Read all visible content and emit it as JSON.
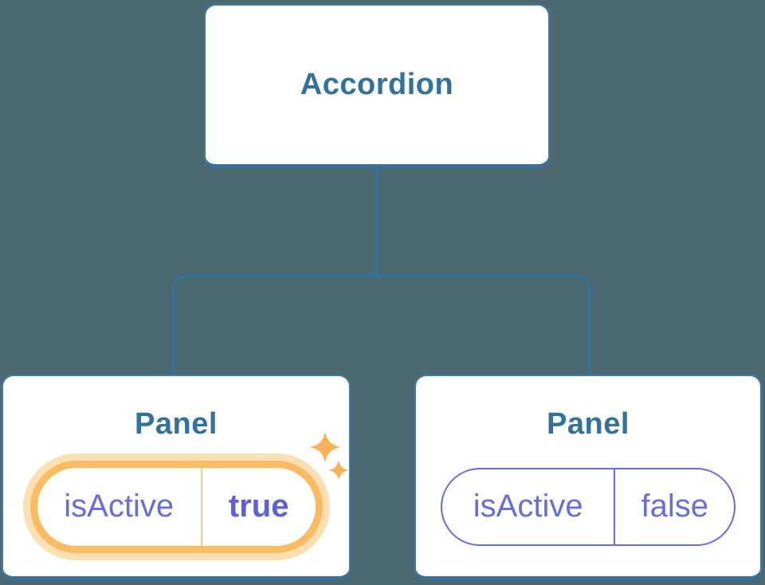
{
  "diagram": {
    "root": {
      "label": "Accordion"
    },
    "children": [
      {
        "label": "Panel",
        "state": {
          "name": "isActive",
          "value": "true"
        },
        "highlighted": true,
        "icon": "sparkles-icon"
      },
      {
        "label": "Panel",
        "state": {
          "name": "isActive",
          "value": "false"
        },
        "highlighted": false
      }
    ]
  },
  "theme": {
    "bg": "#4C6971",
    "card-bg": "#FFFFFF",
    "card-border": "#3E7DA9",
    "card-border-bottom": "#36719E",
    "node-label": "#32719C",
    "connector": "#2E74A6",
    "state-purple": "#696CDC",
    "state-purple-bold": "#5F60D9",
    "highlight-orange": "#FABB63",
    "highlight-glow": "#FCE0B2",
    "highlight-divider": "#FACC84",
    "sparkle": "#F7B259"
  }
}
